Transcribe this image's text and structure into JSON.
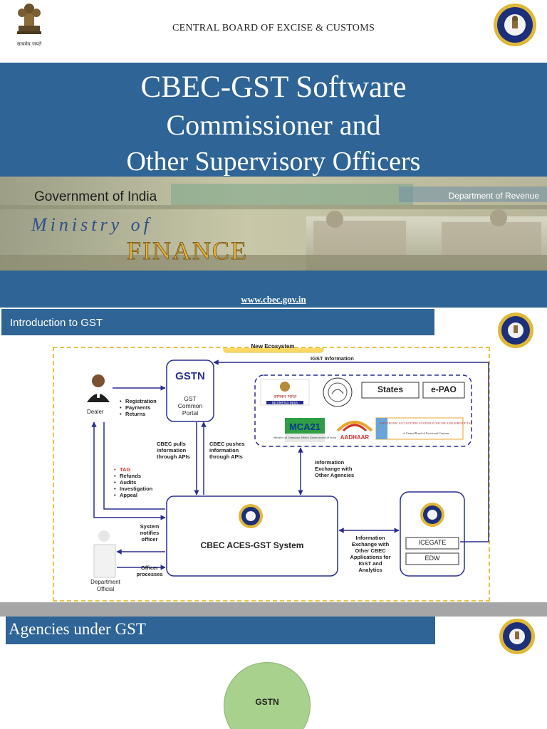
{
  "slide1": {
    "board_name": "CENTRAL BOARD OF EXCISE & CUSTOMS",
    "emblem_motto": "सत्यमेव जयते",
    "title_line1": "CBEC-GST Software",
    "title_line2": "Commissioner and",
    "title_line3": "Other Supervisory Officers",
    "banner": {
      "gov": "Government of India",
      "dept": "Department of Revenue",
      "ministry": "Ministry of",
      "finance": "FINANCE"
    },
    "url": "www.cbec.gov.in"
  },
  "slide2": {
    "header": "Introduction to GST",
    "diagram": {
      "banner": "New Ecosystem",
      "igst_info": "IGST Information",
      "dealer": "Dealer",
      "dealer_bullets": [
        "Registration",
        "Payments",
        "Returns"
      ],
      "gst_portal": [
        "GST",
        "Common",
        "Portal"
      ],
      "gstn_logo": "GSTN",
      "states": "States",
      "epao": "e-PAO",
      "incometax": "आयकर भारत",
      "incometax_en": "INCOMETAX INDIA",
      "mca": "MCA21",
      "mca_sub": "Ministry of Company Affairs Government of India",
      "aadhaar": "AADHAAR",
      "eas_title": "ELECTRONIC ACCOUNTING SYSTEM IN EXCISE AND SERVICE TAX",
      "eas_sub": "of Central Board of Excise and Customs",
      "cbec_pulls": [
        "CBEC pulls",
        "information",
        "through APIs"
      ],
      "cbec_pushes": [
        "CBEC pushes",
        "information",
        "through APIs"
      ],
      "info_exchange": [
        "Information",
        "Exchange with",
        "Other Agencies"
      ],
      "left_bullets": [
        "TAG",
        "Refunds",
        "Audits",
        "Investigation",
        "Appeal"
      ],
      "aces": "CBEC ACES-GST System",
      "system_notifies": [
        "System",
        "notifies",
        "officer"
      ],
      "officer_processes": [
        "Officer",
        "processes"
      ],
      "department": [
        "Department",
        "Official"
      ],
      "info_exchange2": [
        "Information",
        "Exchange with",
        "Other CBEC",
        "Applications for",
        "IGST and",
        "Analytics"
      ],
      "icegate": "ICEGATE",
      "edw": "EDW"
    }
  },
  "slide3": {
    "header": "Agencies under GST",
    "gstn": "GSTN"
  },
  "colors": {
    "band_blue": "#2e6496",
    "dashed_gold": "#e8c04a",
    "line_navy": "#2a2f8f",
    "gstn_green": "#a9d18e",
    "gap_gray": "#a6a6a6"
  }
}
